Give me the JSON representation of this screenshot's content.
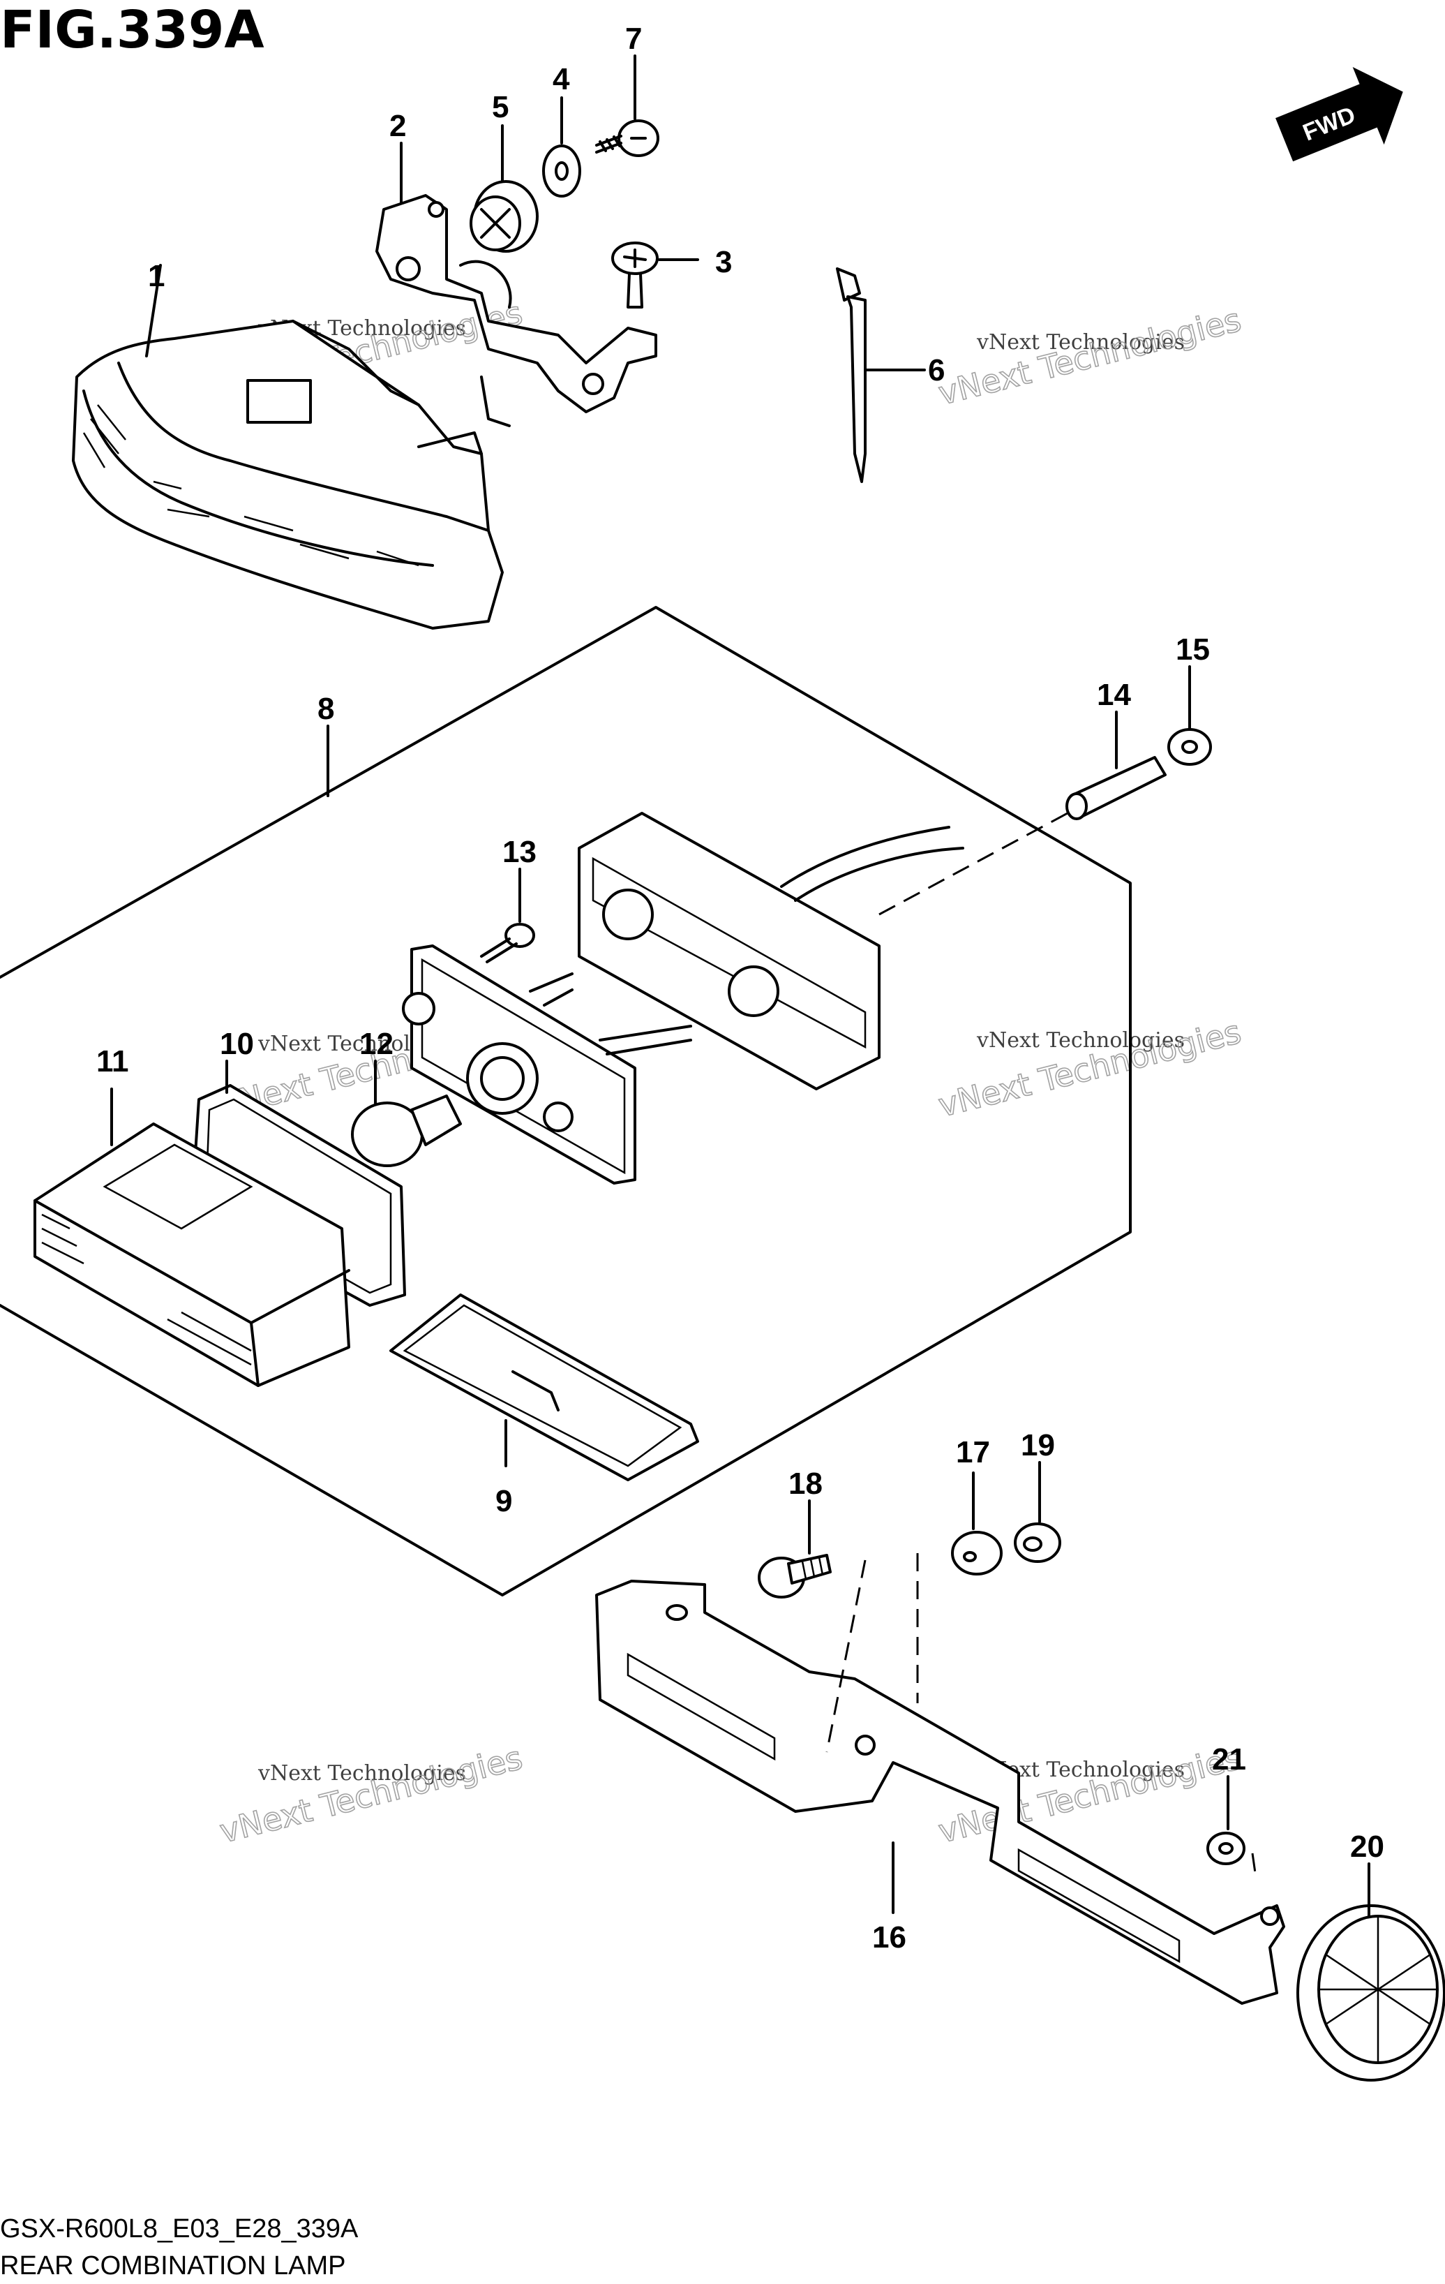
{
  "figure": {
    "title": "FIG.339A",
    "model_code": "GSX-R600L8_E03_E28_339A",
    "caption": "REAR COMBINATION LAMP"
  },
  "direction_badge": {
    "label": "FWD"
  },
  "watermarks": [
    {
      "line1": "vNext Technologies",
      "line2": "vNext Technologies"
    },
    {
      "line1": "vNext Technologies",
      "line2": "vNext Technologies"
    },
    {
      "line1": "vNext Technologies",
      "line2": "vNext Technologies"
    },
    {
      "line1": "vNext Technologies",
      "line2": "vNext Technologies"
    },
    {
      "line1": "vNext Technologies",
      "line2": "vNext Technologies"
    },
    {
      "line1": "vNext Technologies",
      "line2": "vNext Technologies"
    }
  ],
  "callouts": [
    "1",
    "2",
    "3",
    "4",
    "5",
    "6",
    "7",
    "8",
    "9",
    "10",
    "11",
    "12",
    "13",
    "14",
    "15",
    "16",
    "17",
    "18",
    "19",
    "20",
    "21"
  ]
}
